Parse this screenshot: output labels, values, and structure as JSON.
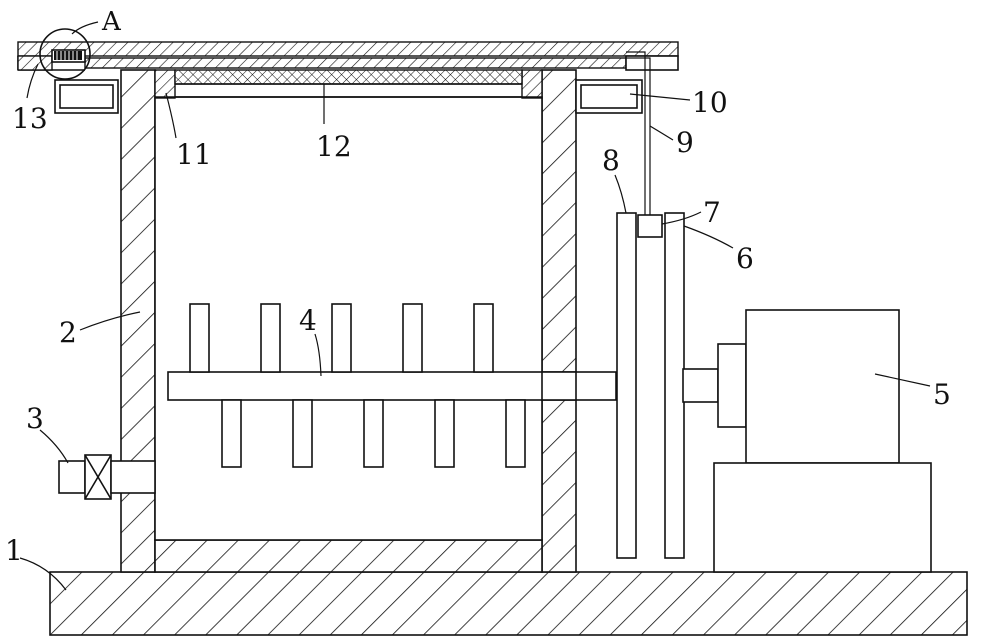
{
  "callouts": {
    "A": "A",
    "n1": "1",
    "n2": "2",
    "n3": "3",
    "n4": "4",
    "n5": "5",
    "n6": "6",
    "n7": "7",
    "n8": "8",
    "n9": "9",
    "n10": "10",
    "n11": "11",
    "n12": "12",
    "n13": "13"
  }
}
